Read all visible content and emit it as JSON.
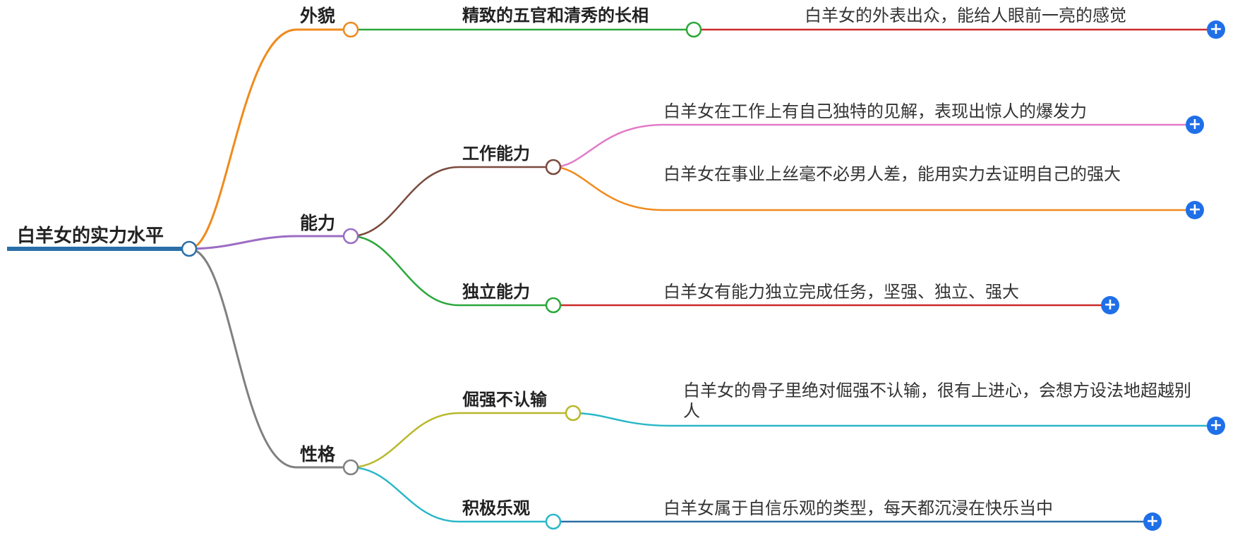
{
  "root": {
    "label": "白羊女的实力水平",
    "color": "#2a6fa8"
  },
  "branches": [
    {
      "id": "appearance",
      "label": "外貌",
      "color": "#f08a1c",
      "children": [
        {
          "label": "精致的五官和清秀的长相",
          "color": "#2aa83a",
          "leaves": [
            {
              "text": "白羊女的外表出众，能给人眼前一亮的感觉",
              "color": "#cc2a2a"
            }
          ]
        }
      ]
    },
    {
      "id": "ability",
      "label": "能力",
      "color": "#9c6cc4",
      "children": [
        {
          "label": "工作能力",
          "color": "#7a4a3c",
          "leaves": [
            {
              "text": "白羊女在工作上有自己独特的见解，表现出惊人的爆发力",
              "color": "#e27bc8"
            },
            {
              "text": "白羊女在事业上丝毫不必男人差，能用实力去证明自己的强大",
              "color": "#f08a1c"
            }
          ]
        },
        {
          "label": "独立能力",
          "color": "#2aa83a",
          "leaves": [
            {
              "text": "白羊女有能力独立完成任务，坚强、独立、强大",
              "color": "#cc2a2a"
            }
          ]
        }
      ]
    },
    {
      "id": "personality",
      "label": "性格",
      "color": "#808080",
      "children": [
        {
          "label": "倔强不认输",
          "color": "#b8b82a",
          "leaves": [
            {
              "text": "白羊女的骨子里绝对倔强不认输，很有上进心，会想方设法地超越别人",
              "color": "#2ab8c8"
            }
          ]
        },
        {
          "label": "积极乐观",
          "color": "#2ab8c8",
          "leaves": [
            {
              "text": "白羊女属于自信乐观的类型，每天都沉浸在快乐当中",
              "color": "#2a6fa8"
            }
          ]
        }
      ]
    }
  ],
  "expand_icon": "plus-icon",
  "expand_color": "#1f6fe8"
}
